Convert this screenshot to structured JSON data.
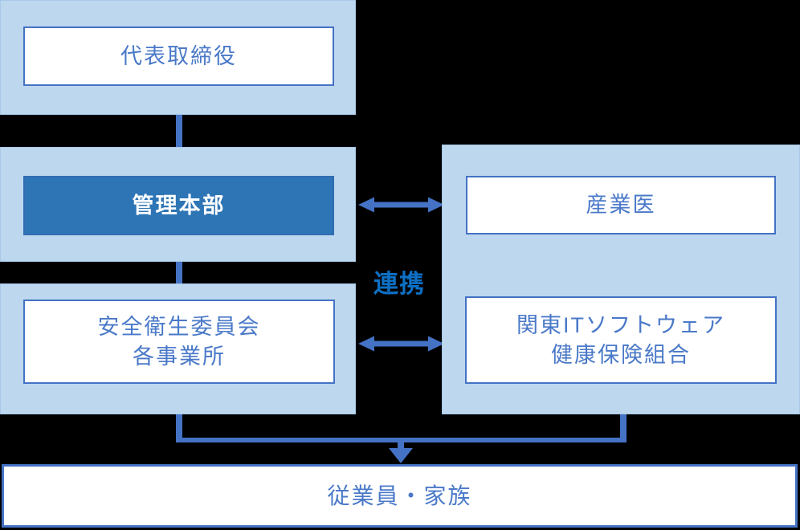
{
  "nodes": {
    "president": {
      "label": "代表取締役"
    },
    "management_hq": {
      "label": "管理本部"
    },
    "safety_committee": {
      "line1": "安全衛生委員会",
      "line2": "各事業所"
    },
    "industrial_physician": {
      "label": "産業医"
    },
    "health_insurance_union": {
      "line1": "関東ITソフトウェア",
      "line2": "健康保険組合"
    },
    "employees_families": {
      "label": "従業員・家族"
    }
  },
  "labels": {
    "cooperation": "連携"
  },
  "colors": {
    "background": "#000000",
    "panel_fill": "#BDD7EE",
    "panel_border": "#A6C9E8",
    "box_border": "#4472C4",
    "box_text": "#4A79C8",
    "highlight_fill": "#2E75B6",
    "highlight_text": "#FFFFFF",
    "connector": "#4472C4",
    "cooperation_text": "#0D70C4"
  }
}
